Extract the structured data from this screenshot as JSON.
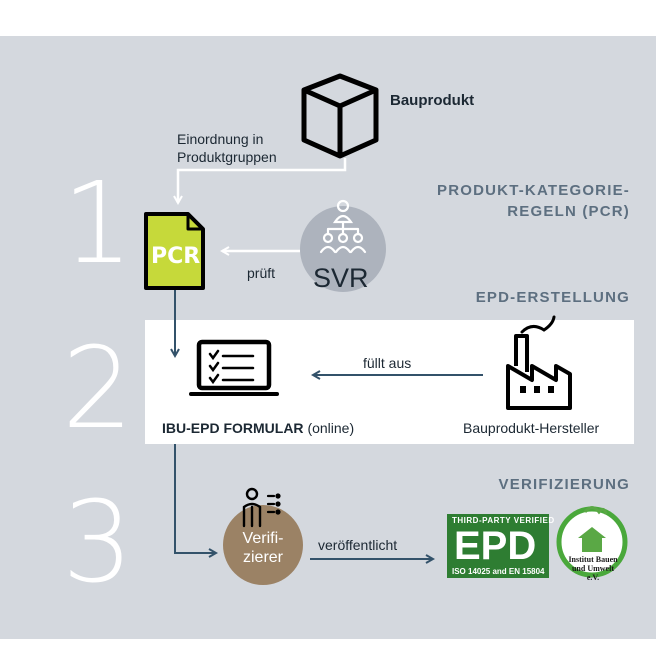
{
  "steps": [
    "1",
    "2",
    "3"
  ],
  "headings": {
    "pcr_line1": "PRODUKT-KATEGORIE-",
    "pcr_line2": "REGELN (PCR)",
    "epd_creation": "EPD-ERSTELLUNG",
    "verification": "VERIFIZIERUNG"
  },
  "labels": {
    "product": "Bauprodukt",
    "classify_line1": "Einordnung in",
    "classify_line2": "Produktgruppen",
    "pcr_doc": "PCR",
    "svr": "SVR",
    "checks": "prüft",
    "form_bold": "IBU-EPD FORMULAR",
    "form_suffix": "(online)",
    "fills_out": "füllt aus",
    "manufacturer": "Bauprodukt-Hersteller",
    "verifier_line1": "Verifi-",
    "verifier_line2": "zierer",
    "published": "veröffentlicht"
  },
  "epd_logo": {
    "top_text": "THIRD-PARTY VERIFIED",
    "main": "EPD",
    "bottom_text": "ISO 14025 and EN 15804",
    "institute_line1": "Institut Bauen",
    "institute_line2": "und Umwelt e.V."
  },
  "colors": {
    "panel": "#d4d8de",
    "heading": "#5d6f80",
    "arrow_dark": "#33526a",
    "pcr_green": "#c6d93a",
    "svr_circle": "#adb3bd",
    "verifier_brown": "#9b8265",
    "epd_green": "#2e7d32"
  }
}
